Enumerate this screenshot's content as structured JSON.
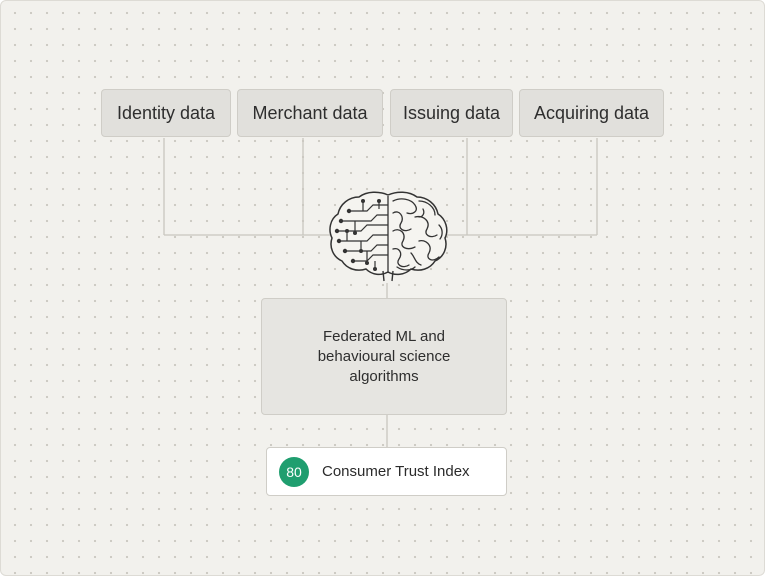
{
  "sources": [
    {
      "label": "Identity data"
    },
    {
      "label": "Merchant data"
    },
    {
      "label": "Issuing data"
    },
    {
      "label": "Acquiring data"
    }
  ],
  "processor": {
    "icon": "brain-icon",
    "label": "Federated ML and behavioural science algorithms"
  },
  "output": {
    "score": "80",
    "label": "Consumer Trust Index",
    "score_color": "#1f9e6f"
  },
  "colors": {
    "background": "#f2f1ed",
    "box_fill": "#e1e0dc",
    "connector": "#c8c6bf"
  }
}
